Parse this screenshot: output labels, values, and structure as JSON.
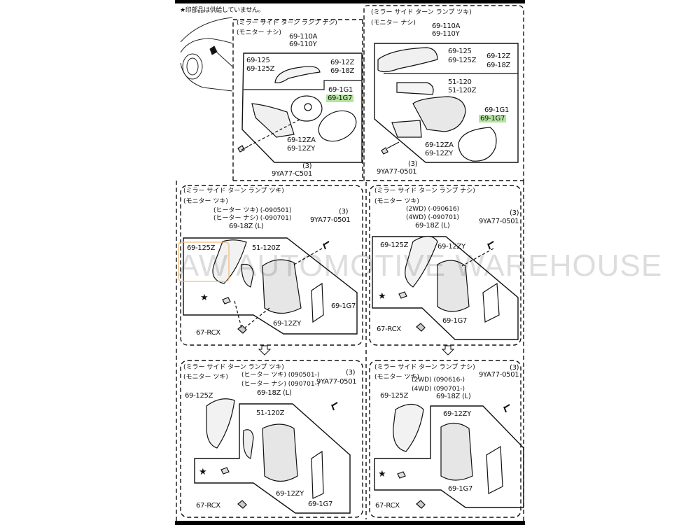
{
  "note": "★印部品は供給していません。",
  "panels": [
    {
      "header": [
        "(ミラー サイド ターン ランプ ナシ)",
        "(モニター ナシ)"
      ],
      "labels": [
        "69-110A",
        "69-110Y",
        "69-125",
        "69-125Z",
        "69-12Z",
        "69-18Z",
        "69-1G1",
        "69-1G7",
        "69-12ZA",
        "69-12ZY",
        "(3)",
        "9YA77-C501"
      ]
    },
    {
      "header": [
        "(ミラー サイド ターン ランプ ツキ)",
        "(モニター ナシ)"
      ],
      "labels": [
        "69-110A",
        "69-110Y",
        "69-125",
        "69-125Z",
        "69-12Z",
        "69-18Z",
        "51-120",
        "51-120Z",
        "69-1G1",
        "69-1G7",
        "69-12ZA",
        "69-12ZY",
        "(3)",
        "9YA77-0501"
      ]
    },
    {
      "header": [
        "(ミラー サイド ターン ランプ ツキ)",
        "(モニター ツキ)"
      ],
      "labels": [
        "(ヒーター ツキ) (-090501)",
        "(ヒーター ナシ) (-090701)",
        "69-18Z (L)",
        "(3)",
        "9YA77-0501",
        "69-125Z",
        "51-120Z",
        "69-1G7",
        "69-12ZY",
        "67-RCX"
      ]
    },
    {
      "header": [
        "(ミラー サイド ターン ランプ ナシ)",
        "(モニター ツキ)"
      ],
      "labels": [
        "(2WD) (-090616)",
        "(4WD) (-090701)",
        "69-18Z (L)",
        "(3)",
        "9YA77-0501",
        "69-125Z",
        "69-12ZY",
        "69-1G7",
        "67-RCX"
      ]
    },
    {
      "header": [
        "(ミラー サイド ターン ランプ ツキ)",
        "(モニター ツキ)"
      ],
      "labels": [
        "(ヒーター ツキ) (090501-)",
        "(ヒーター ナシ) (090701-)",
        "69-18Z (L)",
        "(3)",
        "9YA77-0501",
        "69-125Z",
        "51-120Z",
        "69-12ZY",
        "69-1G7",
        "67-RCX"
      ]
    },
    {
      "header": [
        "(ミラー サイド ターン ランプ ナシ)",
        "(モニター ツキ)"
      ],
      "labels": [
        "(2WD) (090616-)",
        "(4WD) (090701-)",
        "69-18Z (L)",
        "(3)",
        "9YA77-0501",
        "69-125Z",
        "69-12ZY",
        "69-1G7",
        "67-RCX"
      ]
    }
  ],
  "star": "★",
  "watermark": "AW AUTOMOTIVE WAREHOUSE",
  "highlight_color": "#b5e3a0"
}
